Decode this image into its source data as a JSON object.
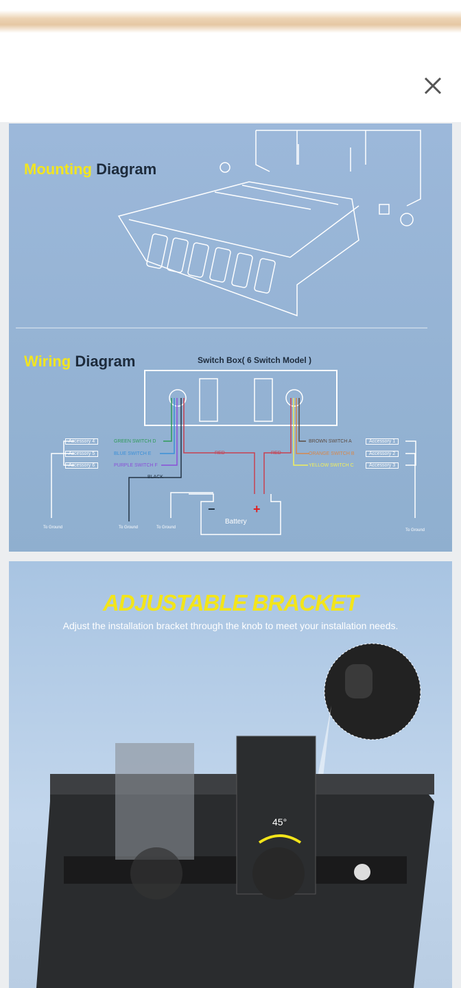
{
  "header": {
    "close_icon": "close-icon"
  },
  "mounting": {
    "title_highlight": "Mounting",
    "title_rest": "Diagram"
  },
  "wiring": {
    "title_highlight": "Wiring",
    "title_rest": "Diagram",
    "switch_box_title": "Switch Box( 6 Switch Model )",
    "left": [
      {
        "acc": "Accessory 4",
        "wire": "GREEN SWITCH D",
        "color": "#2e9a58"
      },
      {
        "acc": "Accessory 5",
        "wire": "BLUE SWITCH E",
        "color": "#3a8fd8"
      },
      {
        "acc": "Accessory 6",
        "wire": "PURPLE SWITCH F",
        "color": "#8a4fd8"
      }
    ],
    "right": [
      {
        "acc": "Accessory 1",
        "wire": "BROWN SWITCH A",
        "color": "#5a4a40"
      },
      {
        "acc": "Accessory 2",
        "wire": "ORANGE SWITCH B",
        "color": "#d8874a"
      },
      {
        "acc": "Accessory 3",
        "wire": "YELLOW SWITCH C",
        "color": "#f2ef5a"
      }
    ],
    "red": "RED",
    "black": "BLACK",
    "battery": "Battery",
    "minus": "−",
    "plus": "+",
    "ground": "To Ground"
  },
  "bracket": {
    "title": "ADJUSTABLE BRACKET",
    "subtitle": "Adjust the installation bracket through the knob to meet your installation needs.",
    "angle": "45°"
  }
}
